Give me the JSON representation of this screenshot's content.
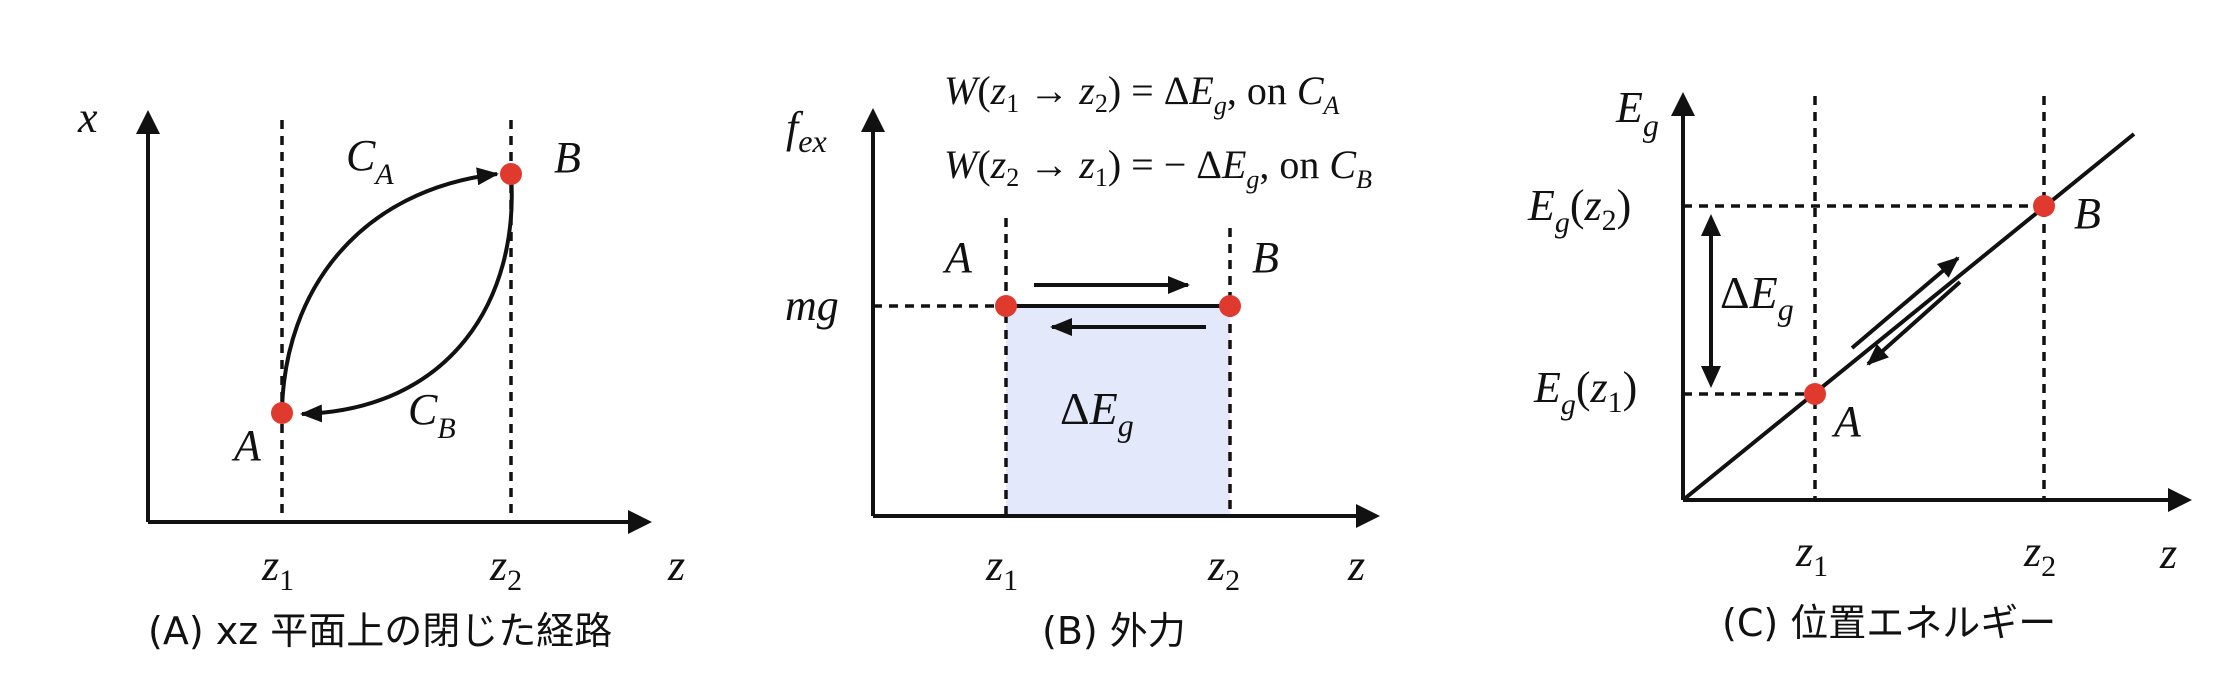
{
  "panelA": {
    "y_axis": "x",
    "x_axis": "z",
    "tick1": "z1",
    "tick2": "z2",
    "point_a": "A",
    "point_b": "B",
    "path_a": "CA",
    "path_b": "CB",
    "caption": "(A) xz 平面上の閉じた経路"
  },
  "panelB": {
    "y_axis": "fex",
    "x_axis": "z",
    "tick1": "z1",
    "tick2": "z2",
    "level": "mg",
    "point_a": "A",
    "point_b": "B",
    "area_label": "ΔEg",
    "equation1": "W(z1 → z2) = ΔEg, on CA",
    "equation2": "W(z2 → z1) = − ΔEg, on CB",
    "caption": "(B) 外力"
  },
  "panelC": {
    "y_axis": "Eg",
    "x_axis": "z",
    "tick1": "z1",
    "tick2": "z2",
    "level1": "Eg(z1)",
    "level2": "Eg(z2)",
    "delta": "ΔEg",
    "point_a": "A",
    "point_b": "B",
    "caption": "(C) 位置エネルギー"
  },
  "colors": {
    "point": "#e03a2f",
    "area_fill": "#e3e8fa",
    "ink": "#111111"
  }
}
